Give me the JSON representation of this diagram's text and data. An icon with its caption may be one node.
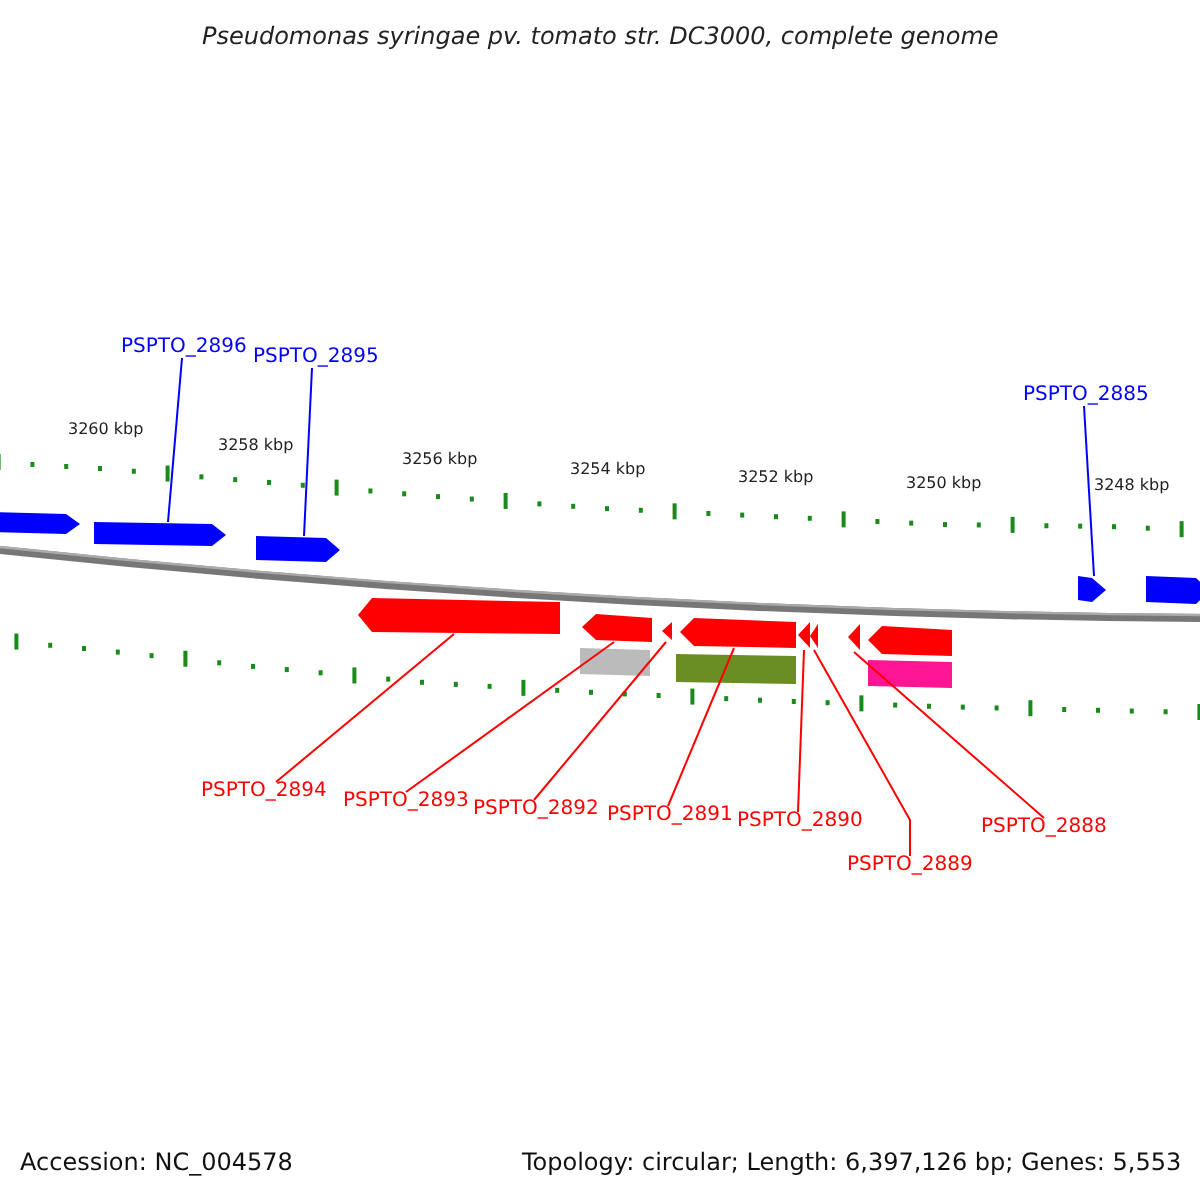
{
  "diagram": {
    "title": "Pseudomonas syringae pv. tomato str. DC3000, complete genome",
    "nodes": [
      {
        "text": [
          "PSPTO_2896"
        ]
      },
      {
        "text": [
          "PSPTO_2895"
        ]
      },
      {
        "text": [
          "PSPTO_2885"
        ]
      },
      {
        "text": [
          "PSPTO_2894"
        ]
      },
      {
        "text": [
          "PSPTO_2893"
        ]
      },
      {
        "text": [
          "PSPTO_2892"
        ]
      },
      {
        "text": [
          "PSPTO_2891"
        ]
      },
      {
        "text": [
          "PSPTO_2890"
        ]
      },
      {
        "text": [
          "PSPTO_2889"
        ]
      },
      {
        "text": [
          "PSPTO_2888"
        ]
      },
      {
        "text": [],
        "shape": "arrow"
      },
      {
        "text": [],
        "shape": "arrow"
      },
      {
        "text": [],
        "shape": "arrow"
      },
      {
        "text": [],
        "shape": "arrow"
      },
      {
        "text": [],
        "shape": "arrow"
      },
      {
        "text": [],
        "shape": "arrow"
      },
      {
        "text": [],
        "shape": "arrow"
      },
      {
        "text": [],
        "shape": "arrow"
      },
      {
        "text": [],
        "shape": "arrow"
      },
      {
        "text": [],
        "shape": "arrow"
      }
    ],
    "edges": [
      {
        "from": 0,
        "to": 10,
        "arrow": "none",
        "color": "#0000ff"
      },
      {
        "from": 1,
        "to": 11,
        "arrow": "none",
        "color": "#0000ff"
      },
      {
        "from": 2,
        "to": 19,
        "arrow": "none",
        "color": "#0000ff"
      },
      {
        "from": 3,
        "to": 12,
        "arrow": "none"
      },
      {
        "from": 4,
        "to": 13,
        "arrow": "none"
      },
      {
        "from": 5,
        "to": 14,
        "arrow": "none"
      },
      {
        "from": 6,
        "to": 15,
        "arrow": "none"
      },
      {
        "from": 7,
        "to": 16,
        "arrow": "none"
      },
      {
        "from": 8,
        "to": 17,
        "arrow": "none"
      },
      {
        "from": 9,
        "to": 18,
        "arrow": "none"
      }
    ],
    "labels": [
      "3260 kbp",
      "3258 kbp",
      "3256 kbp",
      "3254 kbp",
      "3252 kbp",
      "3250 kbp",
      "3248 kbp",
      "Accession: NC_004578",
      "Topology: circular; Length: 6,397,126 bp; Genes: 5,553"
    ]
  }
}
